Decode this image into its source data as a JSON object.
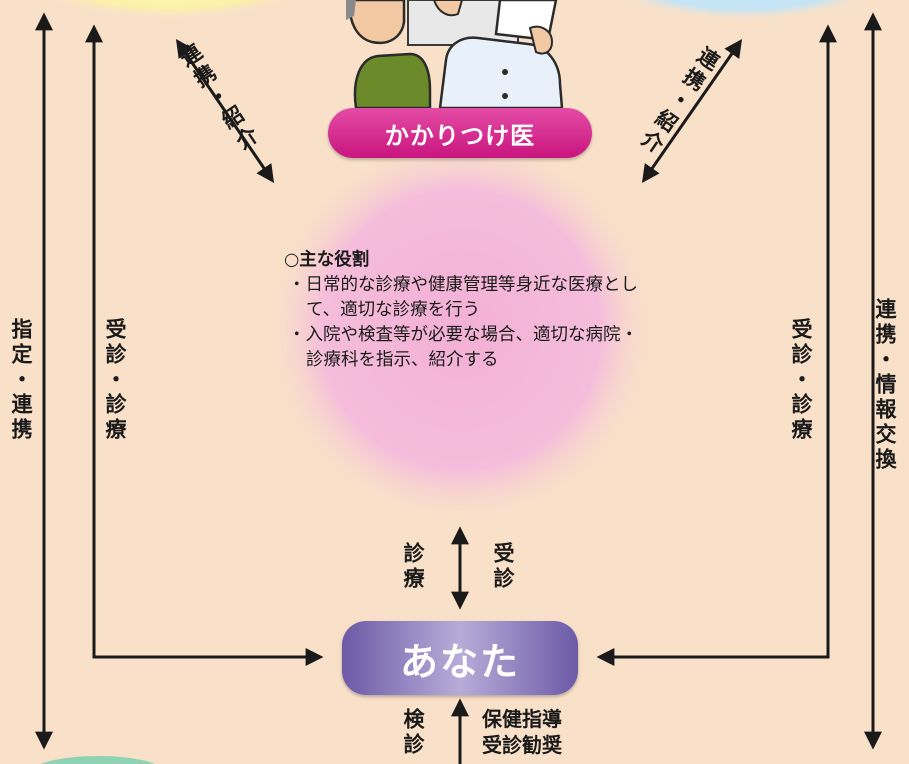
{
  "doctor_label": "かかりつけ医",
  "you_label": "あなた",
  "roles": {
    "title": "○主な役割",
    "items": [
      "・日常的な診療や健康管理等身近な医療として、適切な診療を行う",
      "・入院や検査等が必要な場合、適切な病院・診療科を指示、紹介する"
    ]
  },
  "labels": {
    "far_left": "指定・連携",
    "left": "受診・診療",
    "right": "受診・診療",
    "far_right": "連携・情報交換",
    "diag_left": "連携・紹介",
    "diag_right": "連携・紹介",
    "center_up_left": "診療",
    "center_up_right": "受診",
    "center_down_left": "検診",
    "center_down_right_1": "保健指導",
    "center_down_right_2": "受診勧奨"
  },
  "colors": {
    "background": "#f9e1c9",
    "doctor_pill": "#d42a8e",
    "you_pill": "#7d6bb3",
    "role_circle": "#f4b6d8",
    "arrows": "#1a1a1a"
  }
}
